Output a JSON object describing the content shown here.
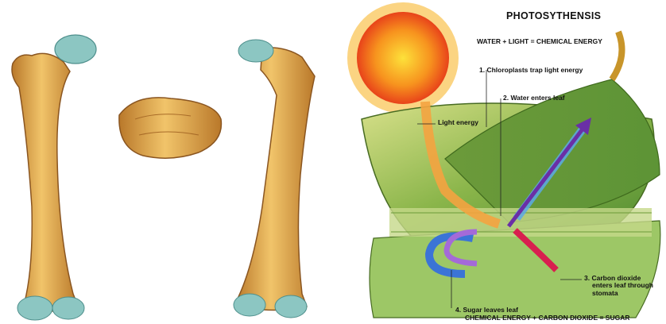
{
  "diagram": {
    "title": "PHOTOSYTHENSIS",
    "equation_top": "WATER + LIGHT = CHEMICAL ENERGY",
    "equation_bottom": "CHEMICAL ENERGY + CARBON DIOXIDE = SUGAR",
    "labels": {
      "light_energy": "Light energy",
      "step1": "1.  Chloroplasts trap light energy",
      "step2": "2.  Water enters leaf",
      "step3_line1": "3.  Carbon dioxide",
      "step3_line2": "enters leaf through",
      "step3_line3": "stomata",
      "step4": "4.  Sugar leaves leaf"
    },
    "colors": {
      "bone": "#d9a24a",
      "cartilage": "#86c3bf",
      "sun": "#f15a1c",
      "leaf": "#7fae43",
      "water_arrow": "#5aa9e6",
      "light_arrow": "#f4a340",
      "co2_arrow": "#d81f4f",
      "sugar_arrow": "#7b3fb5"
    }
  }
}
